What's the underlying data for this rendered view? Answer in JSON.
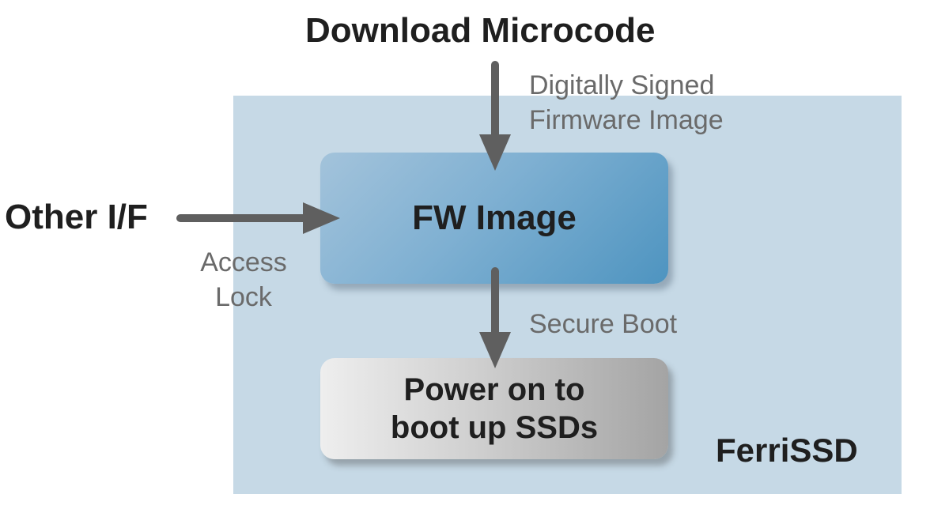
{
  "diagram": {
    "top_input": "Download Microcode",
    "top_input_note_line1": "Digitally Signed",
    "top_input_note_line2": "Firmware Image",
    "side_input": "Other I/F",
    "side_input_note_line1": "Access",
    "side_input_note_line2": "Lock",
    "fw_box": "FW Image",
    "flow_note": "Secure Boot",
    "power_box_line1": "Power on to",
    "power_box_line2": "boot up SSDs",
    "container_label": "FerriSSD"
  },
  "colors": {
    "container": "#c6d9e6",
    "fw_box": "#6fa6cd",
    "power_box": "#c8c8c8",
    "arrow": "#5f5f5f",
    "note_text": "#6a6a6a"
  },
  "icons": [
    "arrow-down-icon",
    "arrow-right-icon"
  ]
}
